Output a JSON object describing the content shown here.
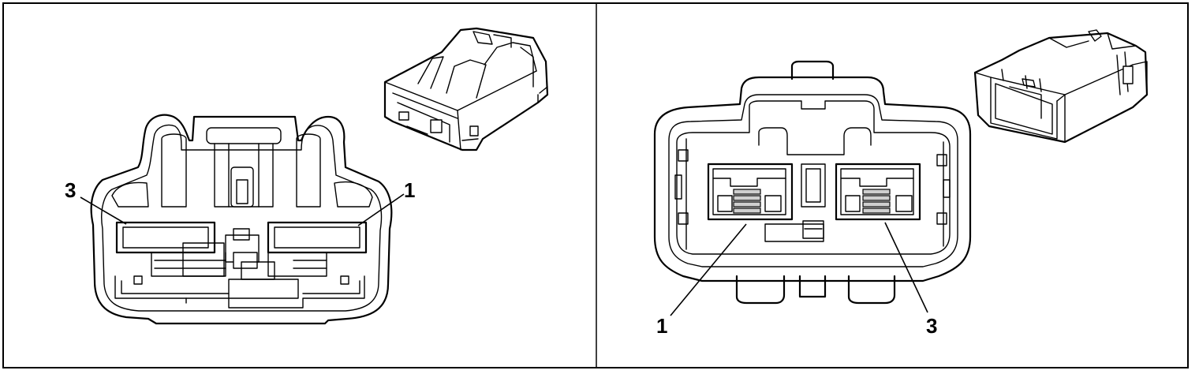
{
  "panels": [
    {
      "name": "female-connector-face",
      "labels": {
        "left": "3",
        "right": "1"
      }
    },
    {
      "name": "male-connector-face",
      "labels": {
        "left": "1",
        "right": "3"
      }
    }
  ],
  "colors": {
    "line": "#000000",
    "background": "#ffffff",
    "shade": "#cfcfcf"
  }
}
